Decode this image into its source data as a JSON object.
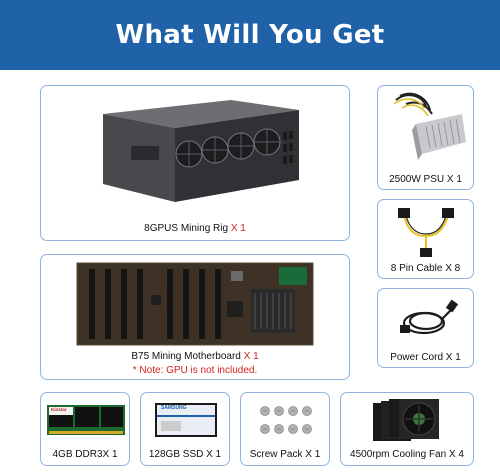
{
  "banner": {
    "title": "What Will You Get"
  },
  "items": {
    "rig": {
      "name": "8GPUS Mining Rig",
      "qty": "X 1"
    },
    "motherboard": {
      "name": "B75 Mining Motherboard",
      "qty": "X 1",
      "note": "* Note:   GPU is not included."
    },
    "psu": {
      "label": "2500W PSU X 1"
    },
    "cable": {
      "label": "8 Pin Cable X 8"
    },
    "cord": {
      "label": "Power Cord X 1"
    },
    "ram": {
      "label": "4GB DDR3X 1",
      "brand": "Kinstar"
    },
    "ssd": {
      "label": "128GB SSD X 1",
      "brand": "SAMSUNG"
    },
    "screws": {
      "label": "Screw Pack X 1"
    },
    "fans": {
      "label": "4500rpm Cooling Fan X 4"
    }
  },
  "colors": {
    "banner": "#1f62a8",
    "border": "#8fb4dd",
    "accent_red": "#d62020"
  }
}
